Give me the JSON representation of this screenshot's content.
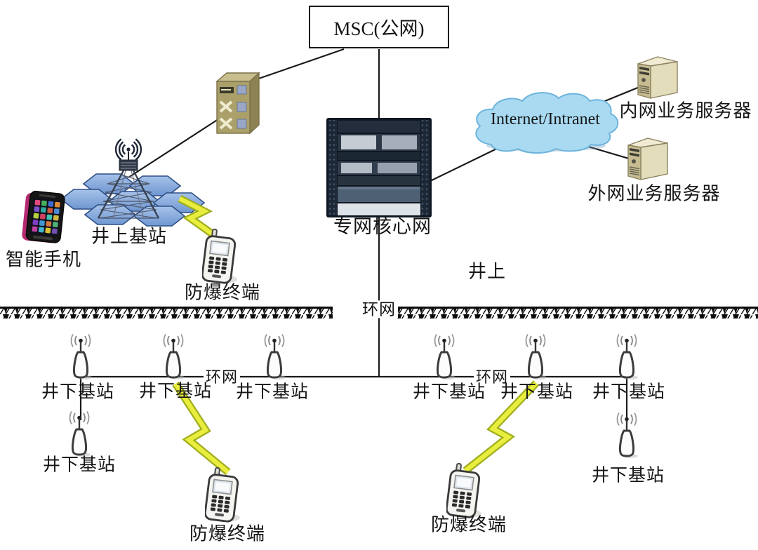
{
  "msc": {
    "label": "MSC(公网)"
  },
  "surface": {
    "smartphone": {
      "label": "智能手机"
    },
    "base_station": {
      "label": "井上基站"
    },
    "terminal": {
      "label": "防爆终端"
    },
    "core_network": {
      "label": "专网核心网"
    },
    "cloud": {
      "label": "Internet/Intranet"
    },
    "intranet_server": {
      "label": "内网业务服务器"
    },
    "extranet_server": {
      "label": "外网业务服务器"
    },
    "zone": {
      "label": "井上"
    }
  },
  "ring": {
    "surface_label": "环网",
    "left_label": "环网",
    "right_label": "环网"
  },
  "underground": {
    "stations": [
      {
        "label": "井下基站"
      },
      {
        "label": "井下基站"
      },
      {
        "label": "井下基站"
      },
      {
        "label": "井下基站"
      },
      {
        "label": "井下基站"
      },
      {
        "label": "井下基站"
      },
      {
        "label": "井下基站"
      },
      {
        "label": "井下基站"
      }
    ],
    "terminals": [
      {
        "label": "防爆终端"
      },
      {
        "label": "防爆终端"
      }
    ]
  },
  "colors": {
    "line": "#1a1a1a",
    "cloud_fill": "#a9daf2",
    "lightning_fill": "#e9ee3e",
    "hexagon_cell": "#7ba2d9",
    "server_body": "#e4ddbc",
    "ground_hatch": "#0c0c0c"
  }
}
